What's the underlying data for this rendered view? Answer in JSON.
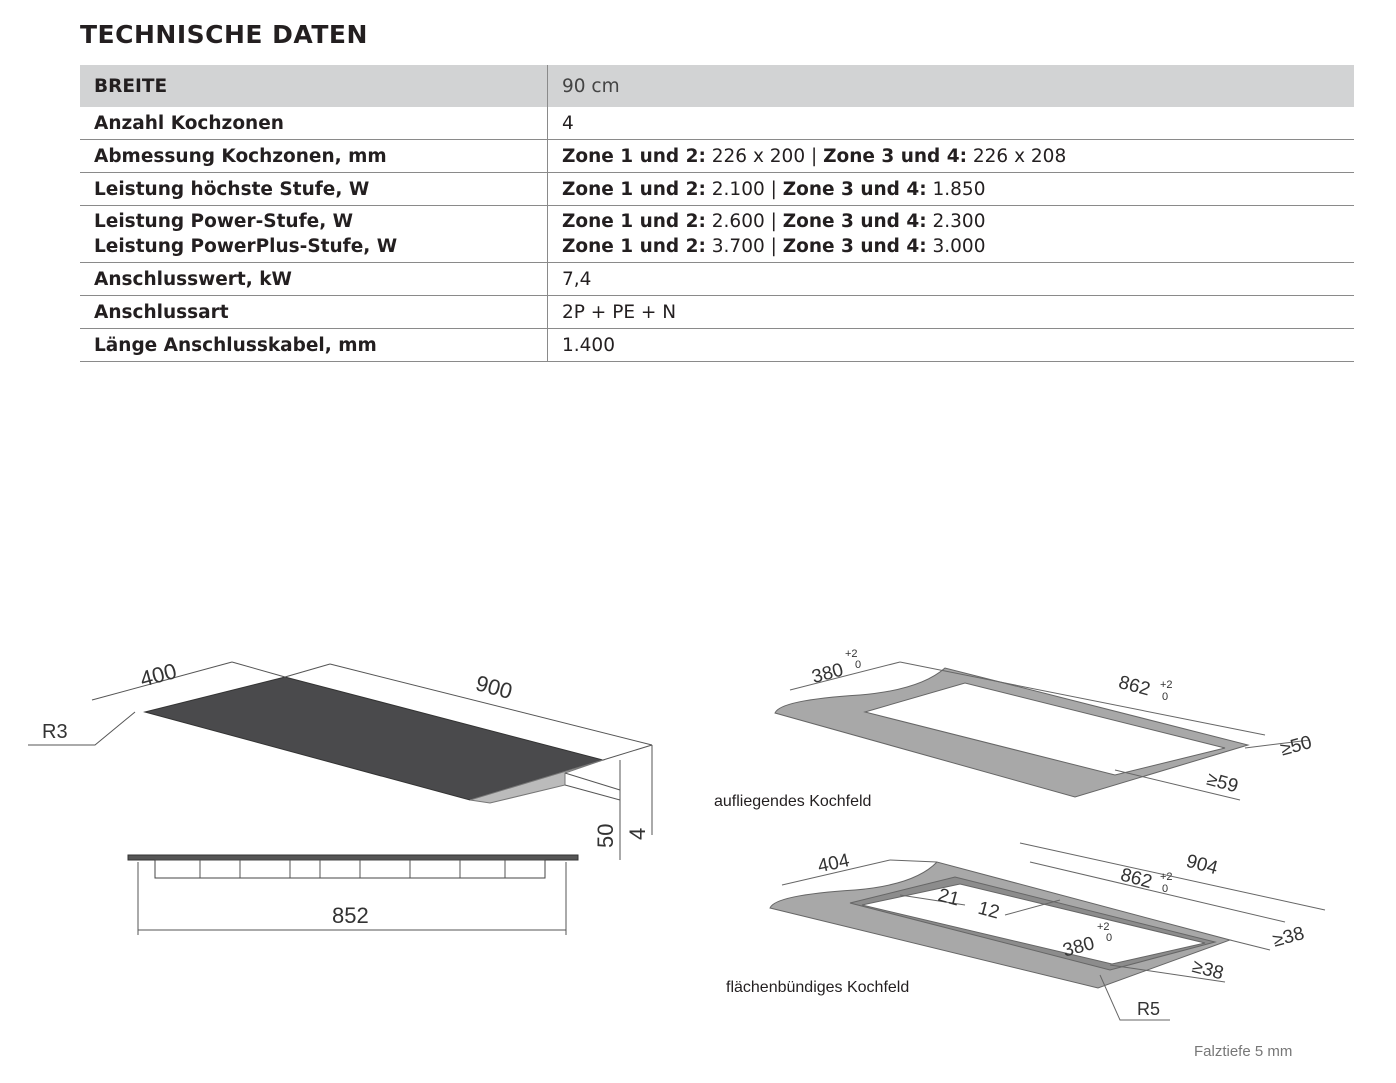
{
  "title": "TECHNISCHE DATEN",
  "table": {
    "header": {
      "label": "BREITE",
      "value": "90 cm"
    },
    "rows": [
      {
        "label": "Anzahl Kochzonen",
        "value": "4"
      },
      {
        "label": "Abmessung Kochzonen, mm",
        "z1": "Zone 1 und 2:",
        "v1": " 226 x 200 | ",
        "z2": "Zone 3 und 4:",
        "v2": " 226 x 208"
      },
      {
        "label": "Leistung höchste Stufe, W",
        "z1": "Zone 1 und 2:",
        "v1": " 2.100 | ",
        "z2": "Zone 3 und 4:",
        "v2": " 1.850"
      },
      {
        "label": "Leistung Power-Stufe, W",
        "label2": "Leistung PowerPlus-Stufe, W",
        "z1": "Zone 1 und 2:",
        "v1": " 2.600 | ",
        "z2": "Zone 3 und 4:",
        "v2": " 2.300",
        "z3": "Zone 1 und 2:",
        "v3": " 3.700 | ",
        "z4": "Zone 3 und 4:",
        "v4": " 3.000"
      },
      {
        "label": "Anschlusswert, kW",
        "value": "7,4"
      },
      {
        "label": "Anschlussart",
        "value": "2P + PE + N"
      },
      {
        "label": "Länge Anschlusskabel, mm",
        "value": "1.400"
      }
    ]
  },
  "drawing_hob": {
    "depth": "400",
    "width": "900",
    "radius": "R3",
    "height": "50",
    "glass": "4",
    "base_width": "852"
  },
  "drawing_surface": {
    "label": "aufliegendes Kochfeld",
    "depth": "380",
    "width": "862",
    "tol_plus": "+2",
    "tol_zero": "0",
    "rear": "≥50",
    "front": "≥59"
  },
  "drawing_flush": {
    "label": "flächenbündiges Kochfeld",
    "depth": "404",
    "width": "904",
    "inner_width": "862",
    "inner_depth": "380",
    "tol_plus": "+2",
    "tol_zero": "0",
    "step1": "21",
    "step2": "12",
    "rear": "≥38",
    "front": "≥38",
    "radius": "R5"
  },
  "footnote": "Falztiefe 5 mm"
}
